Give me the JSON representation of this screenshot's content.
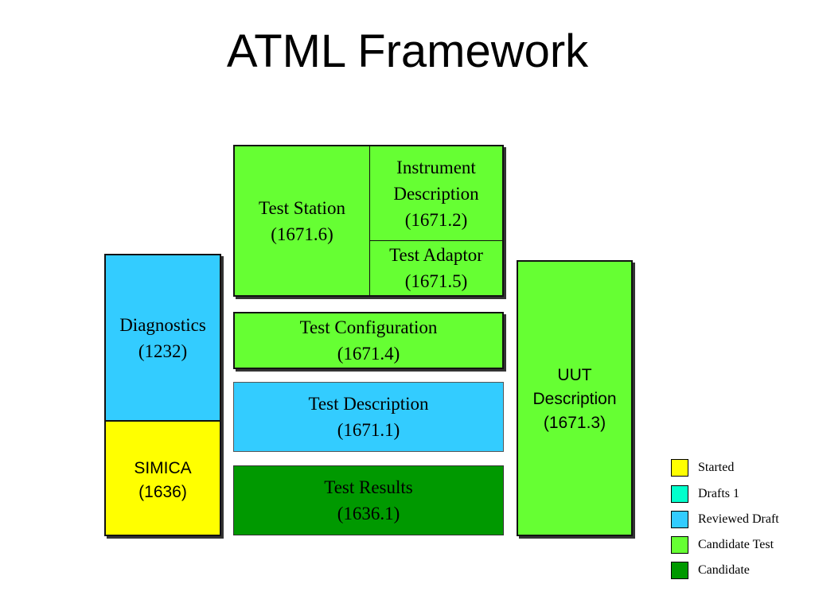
{
  "title": "ATML Framework",
  "colors": {
    "started": "#ffff00",
    "drafts": "#00ffcc",
    "reviewed": "#33ccff",
    "candidate_test": "#66ff33",
    "candidate": "#009900"
  },
  "blocks": {
    "test_station": {
      "label": "Test Station\n(1671.6)"
    },
    "instrument_description": {
      "label": "Instrument\nDescription\n(1671.2)"
    },
    "test_adaptor": {
      "label": "Test Adaptor\n(1671.5)"
    },
    "test_configuration": {
      "label": "Test Configuration\n(1671.4)"
    },
    "test_description": {
      "label": "Test Description\n(1671.1)"
    },
    "test_results": {
      "label": "Test Results\n(1636.1)"
    },
    "diagnostics": {
      "label": "Diagnostics\n(1232)"
    },
    "simica": {
      "label": "SIMICA\n(1636)"
    },
    "uut_description": {
      "label": "UUT\nDescription\n(1671.3)"
    }
  },
  "legend": [
    {
      "label": "Started",
      "color": "#ffff00"
    },
    {
      "label": "Drafts 1",
      "color": "#00ffcc"
    },
    {
      "label": "Reviewed Draft",
      "color": "#33ccff"
    },
    {
      "label": "Candidate Test",
      "color": "#66ff33"
    },
    {
      "label": "Candidate",
      "color": "#009900"
    }
  ]
}
